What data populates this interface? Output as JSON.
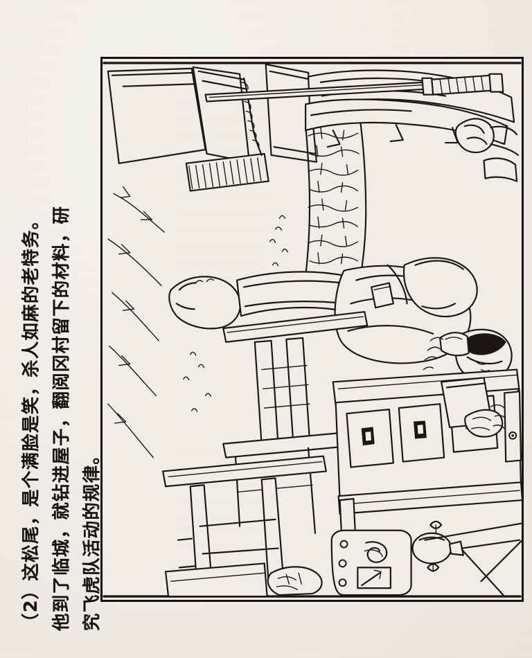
{
  "page": {
    "background_color": "#f1efe9",
    "ink_color": "#141210",
    "type": "scanned comic book page, rotated 90 degrees"
  },
  "caption": {
    "panel_number": "（2）",
    "lines": [
      "（2）这松尾，是个满脸是笑，杀人如麻的老特务。",
      "他到了临城，就钻进屋子，翻阅冈村留下的材料，研",
      "究飞虎队活动的规律。"
    ],
    "full_text": "（2）这松尾，是个满脸是笑，杀人如麻的老特务。他到了临城，就钻进屋子，翻阅冈村留下的材料，研究飞虎队活动的规律。",
    "orientation": "vertical, right-to-left columns, page rotated 90°"
  },
  "illustration": {
    "title": "line-art comic panel",
    "border_color": "#141210",
    "scene_elements": [
      "standing Japanese officer with katana sword at his waist",
      "seated officer wearing military cap reading documents",
      "large wooden desk with multiple drawers",
      "open drawer with papers being pulled out by a hand",
      "wooden chairs and stools",
      "stone / cobble wall in background",
      "hanging ceiling lamp",
      "field radio set with dial and knobs",
      "wooden window frame with slatted shutter, upper left",
      "cracked plaster wall lines"
    ]
  }
}
